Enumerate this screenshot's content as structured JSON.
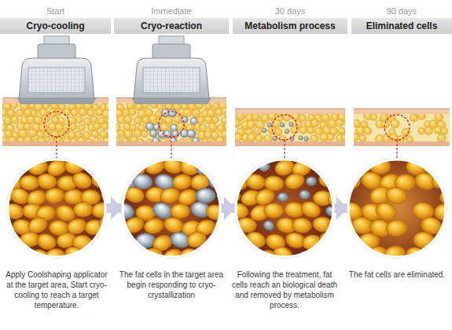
{
  "diagram": {
    "nodes": [
      {
        "text": [
          "Start",
          "Cryo-cooling"
        ]
      },
      {
        "text": [
          "Immediate",
          "Cryo-reaction"
        ]
      },
      {
        "text": [
          "30 days",
          "Metabolism process"
        ]
      },
      {
        "text": [
          "90 days",
          "Eliminated cells"
        ]
      },
      {
        "text": [
          "Apply Coolshaping applicator at the target area, Start cryo-cooling to reach a target temperature."
        ]
      },
      {
        "text": [
          "The fat cells in the target area begin responding to cryo-crystallization"
        ]
      },
      {
        "text": [
          "Following the treatment, fat cells reach an biological death and removed by metabolism process."
        ]
      },
      {
        "text": [
          "The fat cells are eliminated."
        ]
      }
    ],
    "edges": [
      {
        "from": 4,
        "to": 5,
        "arrow": "to"
      },
      {
        "from": 5,
        "to": 6,
        "arrow": "to"
      },
      {
        "from": 6,
        "to": 7,
        "arrow": "to"
      }
    ]
  }
}
